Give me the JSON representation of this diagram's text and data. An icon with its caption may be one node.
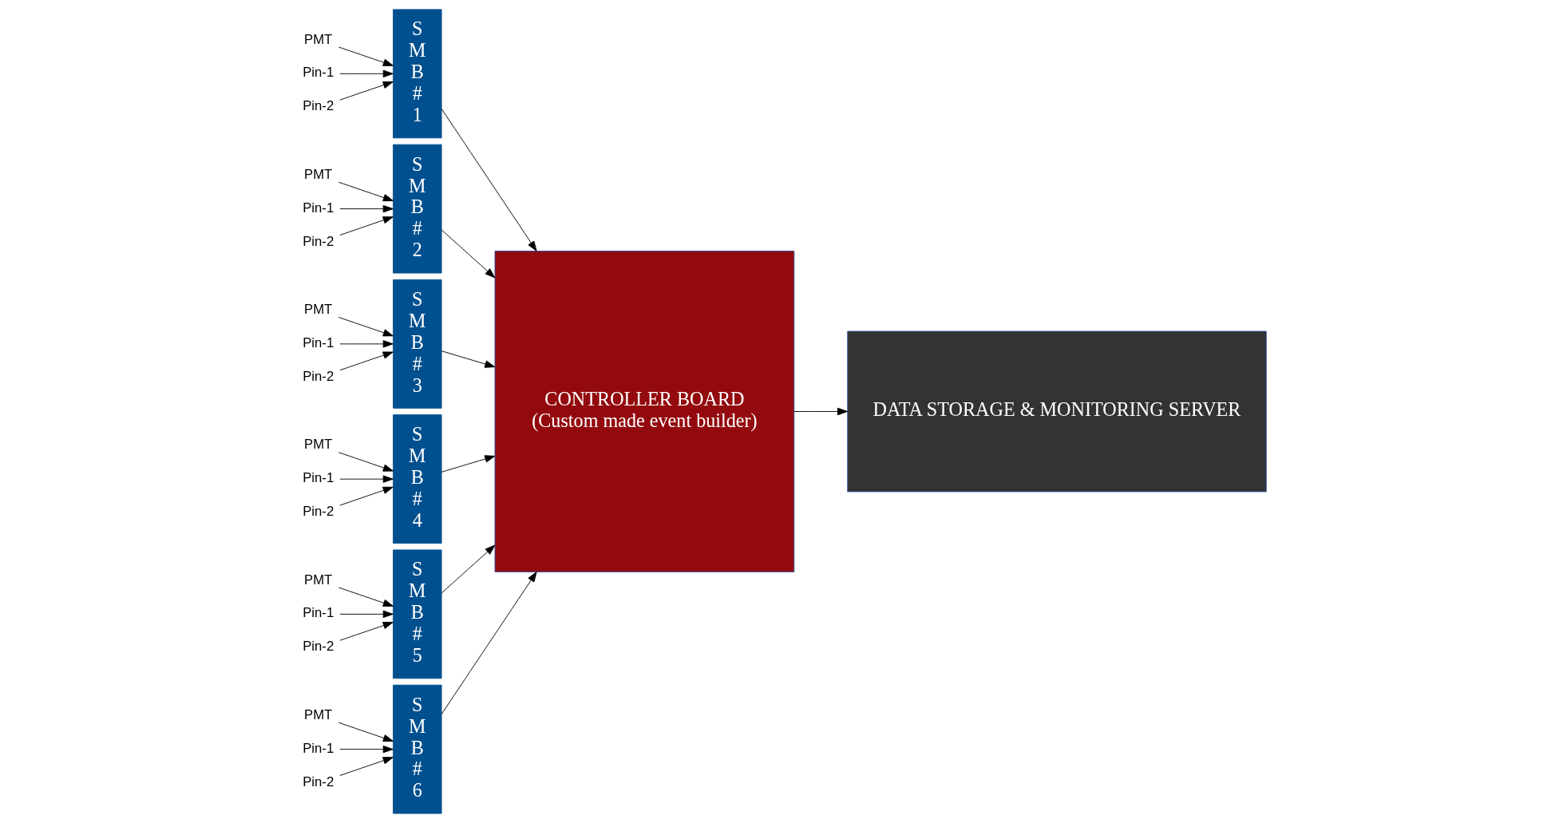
{
  "diagram": {
    "nodes": [
      {
        "text": [
          "PMT"
        ]
      },
      {
        "text": [
          "Pin-1"
        ]
      },
      {
        "text": [
          "Pin-2"
        ]
      },
      {
        "text": [
          "SMB#1"
        ]
      },
      {
        "text": [
          "PMT"
        ]
      },
      {
        "text": [
          "Pin-1"
        ]
      },
      {
        "text": [
          "Pin-2"
        ]
      },
      {
        "text": [
          "SMB#2"
        ]
      },
      {
        "text": [
          "PMT"
        ]
      },
      {
        "text": [
          "Pin-1"
        ]
      },
      {
        "text": [
          "Pin-2"
        ]
      },
      {
        "text": [
          "SMB#3"
        ]
      },
      {
        "text": [
          "PMT"
        ]
      },
      {
        "text": [
          "Pin-1"
        ]
      },
      {
        "text": [
          "Pin-2"
        ]
      },
      {
        "text": [
          "SMB#4"
        ]
      },
      {
        "text": [
          "PMT"
        ]
      },
      {
        "text": [
          "Pin-1"
        ]
      },
      {
        "text": [
          "Pin-2"
        ]
      },
      {
        "text": [
          "SMB#5"
        ]
      },
      {
        "text": [
          "PMT"
        ]
      },
      {
        "text": [
          "Pin-1"
        ]
      },
      {
        "text": [
          "Pin-2"
        ]
      },
      {
        "text": [
          "SMB#6"
        ]
      },
      {
        "text": [
          "CONTROLLER BOARD",
          "(Custom made event builder)"
        ]
      },
      {
        "text": [
          "DATA STORAGE & MONITORING SERVER"
        ]
      }
    ],
    "edges": [
      {
        "from": 0,
        "to": 3,
        "arrow": "to"
      },
      {
        "from": 1,
        "to": 3,
        "arrow": "to"
      },
      {
        "from": 2,
        "to": 3,
        "arrow": "to"
      },
      {
        "from": 4,
        "to": 7,
        "arrow": "to"
      },
      {
        "from": 5,
        "to": 7,
        "arrow": "to"
      },
      {
        "from": 6,
        "to": 7,
        "arrow": "to"
      },
      {
        "from": 8,
        "to": 11,
        "arrow": "to"
      },
      {
        "from": 9,
        "to": 11,
        "arrow": "to"
      },
      {
        "from": 10,
        "to": 11,
        "arrow": "to"
      },
      {
        "from": 12,
        "to": 15,
        "arrow": "to"
      },
      {
        "from": 13,
        "to": 15,
        "arrow": "to"
      },
      {
        "from": 14,
        "to": 15,
        "arrow": "to"
      },
      {
        "from": 16,
        "to": 19,
        "arrow": "to"
      },
      {
        "from": 17,
        "to": 19,
        "arrow": "to"
      },
      {
        "from": 18,
        "to": 19,
        "arrow": "to"
      },
      {
        "from": 20,
        "to": 23,
        "arrow": "to"
      },
      {
        "from": 21,
        "to": 23,
        "arrow": "to"
      },
      {
        "from": 22,
        "to": 23,
        "arrow": "to"
      },
      {
        "from": 3,
        "to": 24,
        "arrow": "to"
      },
      {
        "from": 7,
        "to": 24,
        "arrow": "to"
      },
      {
        "from": 11,
        "to": 24,
        "arrow": "to"
      },
      {
        "from": 15,
        "to": 24,
        "arrow": "to"
      },
      {
        "from": 19,
        "to": 24,
        "arrow": "to"
      },
      {
        "from": 23,
        "to": 24,
        "arrow": "to"
      },
      {
        "from": 24,
        "to": 25,
        "arrow": "to"
      }
    ]
  }
}
